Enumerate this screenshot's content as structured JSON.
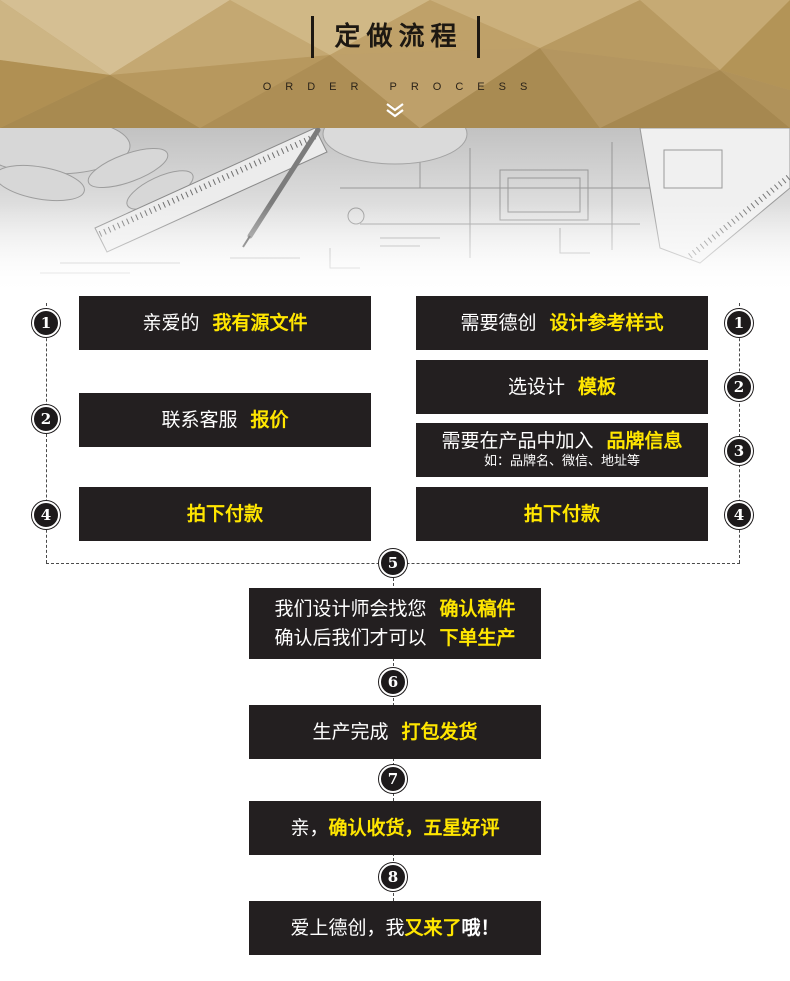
{
  "colors": {
    "header_gold": "#bfa06a",
    "box_background": "#231f20",
    "highlight_yellow": "#ffe600",
    "step_circle": "#1d1a1b",
    "text_white": "#ffffff"
  },
  "header": {
    "title": "定做流程",
    "subtitle": "ORDER PROCESS",
    "icon": "double-chevron-down-icon"
  },
  "left_path": {
    "steps": [
      {
        "number": "1",
        "text": "亲爱的",
        "highlight": "我有源文件"
      },
      {
        "number": "2",
        "text": "联系客服",
        "highlight": "报价"
      },
      {
        "number": "4",
        "highlight": "拍下付款"
      }
    ]
  },
  "right_path": {
    "steps": [
      {
        "number": "1",
        "text": "需要德创",
        "highlight": "设计参考样式"
      },
      {
        "number": "2",
        "text": "选设计",
        "highlight": "模板"
      },
      {
        "number": "3",
        "text": "需要在产品中加入",
        "highlight": "品牌信息",
        "note": "如：品牌名、微信、地址等"
      },
      {
        "number": "4",
        "highlight": "拍下付款"
      }
    ]
  },
  "shared_steps": [
    {
      "number": "5",
      "lines": [
        {
          "text": "我们设计师会找您",
          "highlight": "确认稿件"
        },
        {
          "text": "确认后我们才可以",
          "highlight": "下单生产"
        }
      ]
    },
    {
      "number": "6",
      "text": "生产完成",
      "highlight": "打包发货"
    },
    {
      "number": "7",
      "text": "亲，",
      "highlight": "确认收货，五星好评"
    },
    {
      "number": "8",
      "text": "爱上德创，我",
      "highlight": "又来了",
      "suffix": "哦！"
    }
  ]
}
